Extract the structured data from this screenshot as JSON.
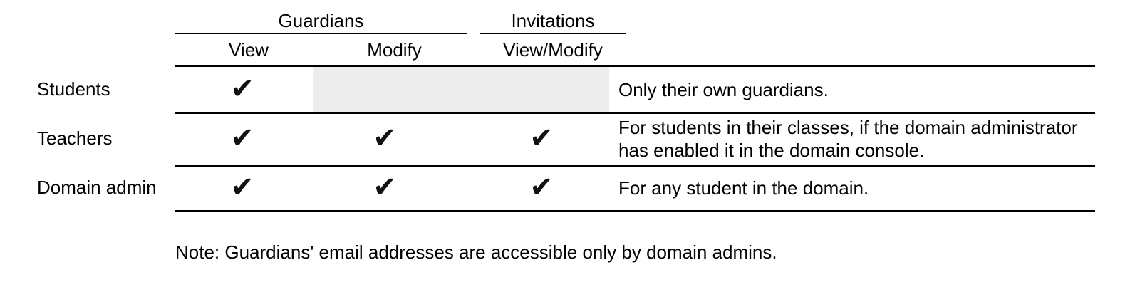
{
  "figure": {
    "kind": "permissions-matrix-table",
    "background_color": "#ffffff",
    "text_color": "#000000",
    "rule_color": "#000000",
    "disabled_cell_color": "#ededed"
  },
  "table": {
    "column_groups": [
      {
        "label": "Guardians",
        "span": 2
      },
      {
        "label": "Invitations",
        "span": 1
      }
    ],
    "columns": [
      {
        "key": "role",
        "label": ""
      },
      {
        "key": "guardians_view",
        "label": "View"
      },
      {
        "key": "guardians_modify",
        "label": "Modify"
      },
      {
        "key": "invitations_view_modify",
        "label": "View/Modify"
      },
      {
        "key": "notes",
        "label": ""
      }
    ],
    "check_glyph": "✔",
    "rows": [
      {
        "role": "Students",
        "guardians_view": "✔",
        "guardians_modify": "",
        "guardians_modify_state": "not-available",
        "invitations_view_modify": "",
        "invitations_state": "not-available",
        "notes": "Only their own guardians."
      },
      {
        "role": "Teachers",
        "guardians_view": "✔",
        "guardians_modify": "✔",
        "invitations_view_modify": "✔",
        "notes": "For students in their classes, if the domain administrator has enabled it in the domain console."
      },
      {
        "role": "Domain admin",
        "guardians_view": "✔",
        "guardians_modify": "✔",
        "invitations_view_modify": "✔",
        "notes": "For any student in the domain."
      }
    ]
  },
  "footnote": {
    "text": "Note: Guardians' email addresses are accessible only by domain admins."
  }
}
